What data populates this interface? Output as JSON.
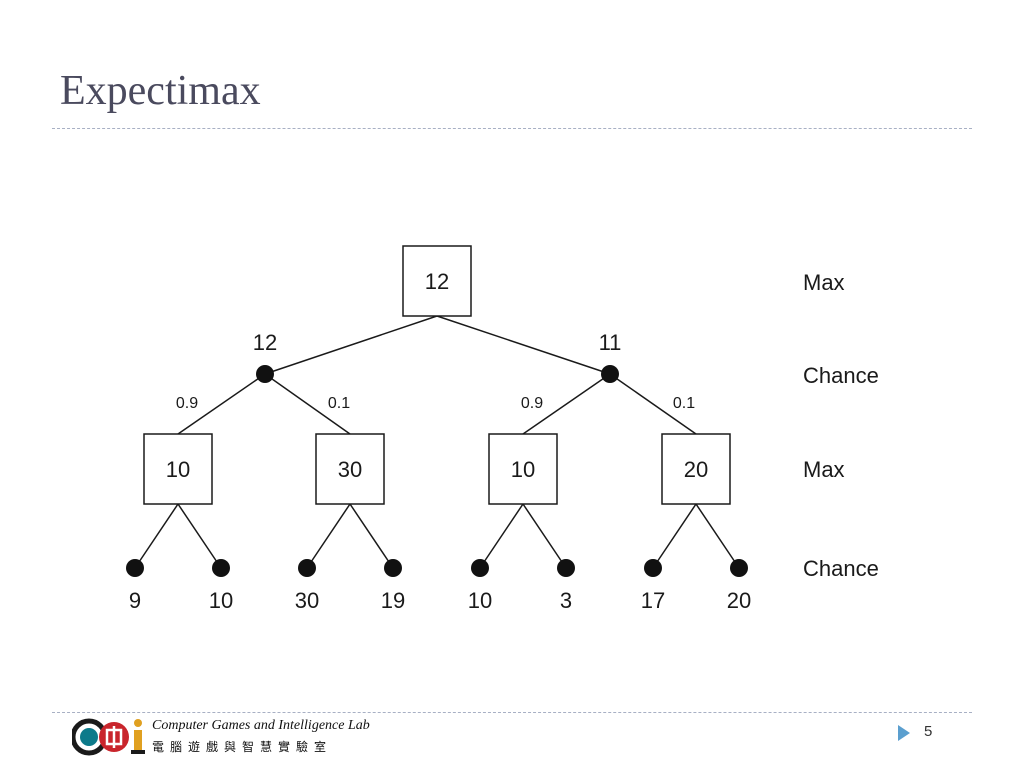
{
  "slide": {
    "title": "Expectimax",
    "page_number": "5",
    "footer": {
      "lab_name": "Computer Games and Intelligence Lab",
      "lab_name_zh": "電腦遊戲與智慧實驗室",
      "logo_text": "CGI"
    }
  },
  "diagram": {
    "levels": [
      "Max",
      "Chance",
      "Max",
      "Chance"
    ],
    "root": {
      "value": "12"
    },
    "chance_nodes": [
      {
        "value": "12",
        "children": [
          {
            "prob": "0.9",
            "value": "10",
            "leaves": [
              "9",
              "10"
            ]
          },
          {
            "prob": "0.1",
            "value": "30",
            "leaves": [
              "30",
              "19"
            ]
          }
        ]
      },
      {
        "value": "11",
        "children": [
          {
            "prob": "0.9",
            "value": "10",
            "leaves": [
              "10",
              "3"
            ]
          },
          {
            "prob": "0.1",
            "value": "20",
            "leaves": [
              "17",
              "20"
            ]
          }
        ]
      }
    ]
  }
}
